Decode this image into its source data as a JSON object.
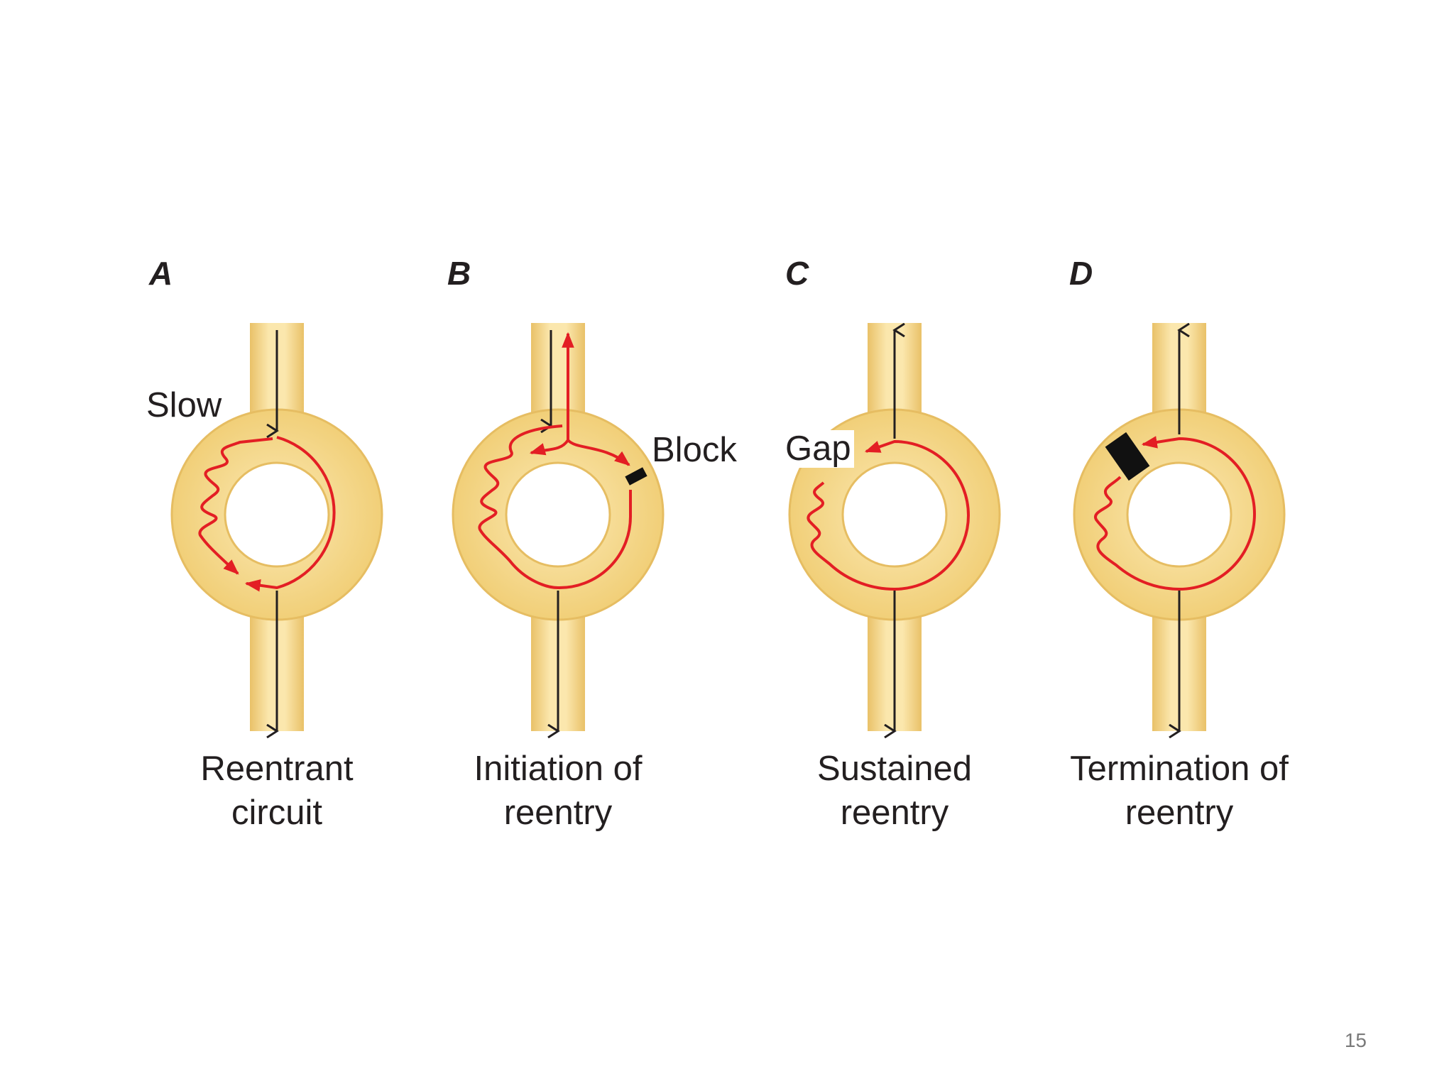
{
  "panels": [
    {
      "letter": "A",
      "caption_line1": "Reentrant",
      "caption_line2": "circuit",
      "label": "Slow"
    },
    {
      "letter": "B",
      "caption_line1": "Initiation of",
      "caption_line2": "reentry",
      "label": "Block"
    },
    {
      "letter": "C",
      "caption_line1": "Sustained",
      "caption_line2": "reentry",
      "label": "Gap"
    },
    {
      "letter": "D",
      "caption_line1": "Termination of",
      "caption_line2": "reentry",
      "label": ""
    }
  ],
  "page_number": "15",
  "colors": {
    "tissue_fill": "#f5d98a",
    "tissue_edge": "#e2b75a",
    "conduction": "#e31e24",
    "arrow": "#231f20",
    "block": "#111111"
  }
}
